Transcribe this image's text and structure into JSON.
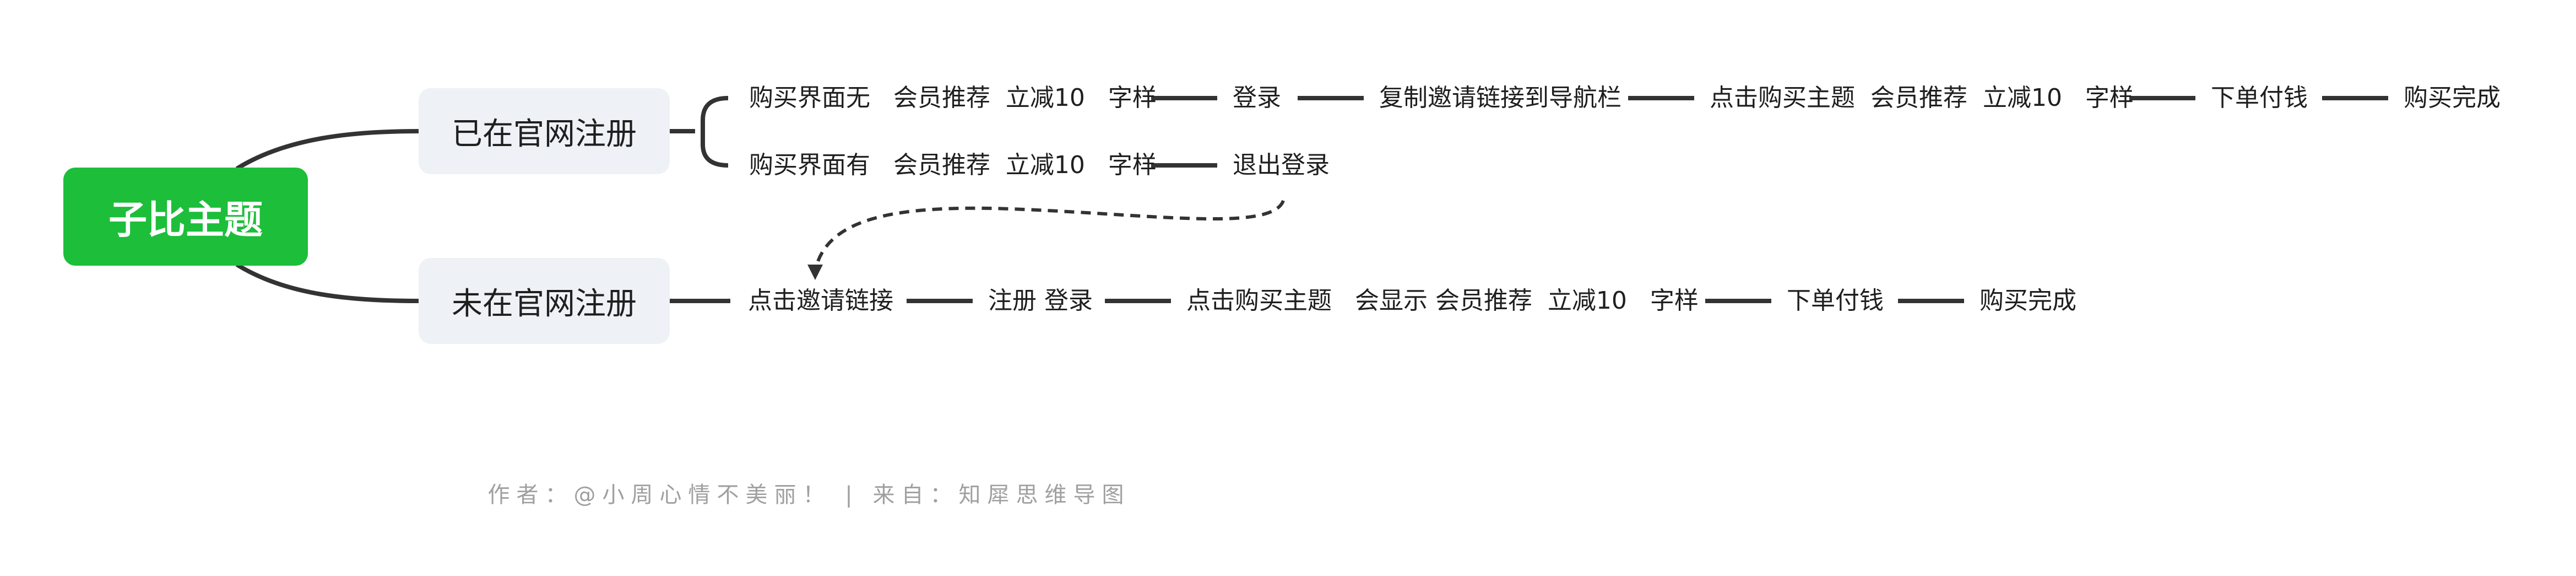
{
  "root": {
    "label": "子比主题"
  },
  "branches": [
    {
      "label": "已在官网注册",
      "rows": [
        [
          "购买界面无   会员推荐  立减10   字样",
          "登录",
          "复制邀请链接到导航栏",
          "点击购买主题  会员推荐  立减10   字样",
          "下单付钱",
          "购买完成"
        ],
        [
          "购买界面有   会员推荐  立减10   字样",
          "退出登录"
        ]
      ]
    },
    {
      "label": "未在官网注册",
      "rows": [
        [
          "点击邀请链接",
          "注册 登录",
          "点击购买主题   会显示 会员推荐  立减10   字样",
          "下单付钱",
          "购买完成"
        ]
      ]
    }
  ],
  "footer": "作者：@小周心情不美丽！ | 来自：知犀思维导图",
  "colors": {
    "root_bg": "#1dbe3a",
    "branch_bg": "#eef1f5",
    "line": "#333333",
    "footer_text": "#a0a0a0"
  }
}
